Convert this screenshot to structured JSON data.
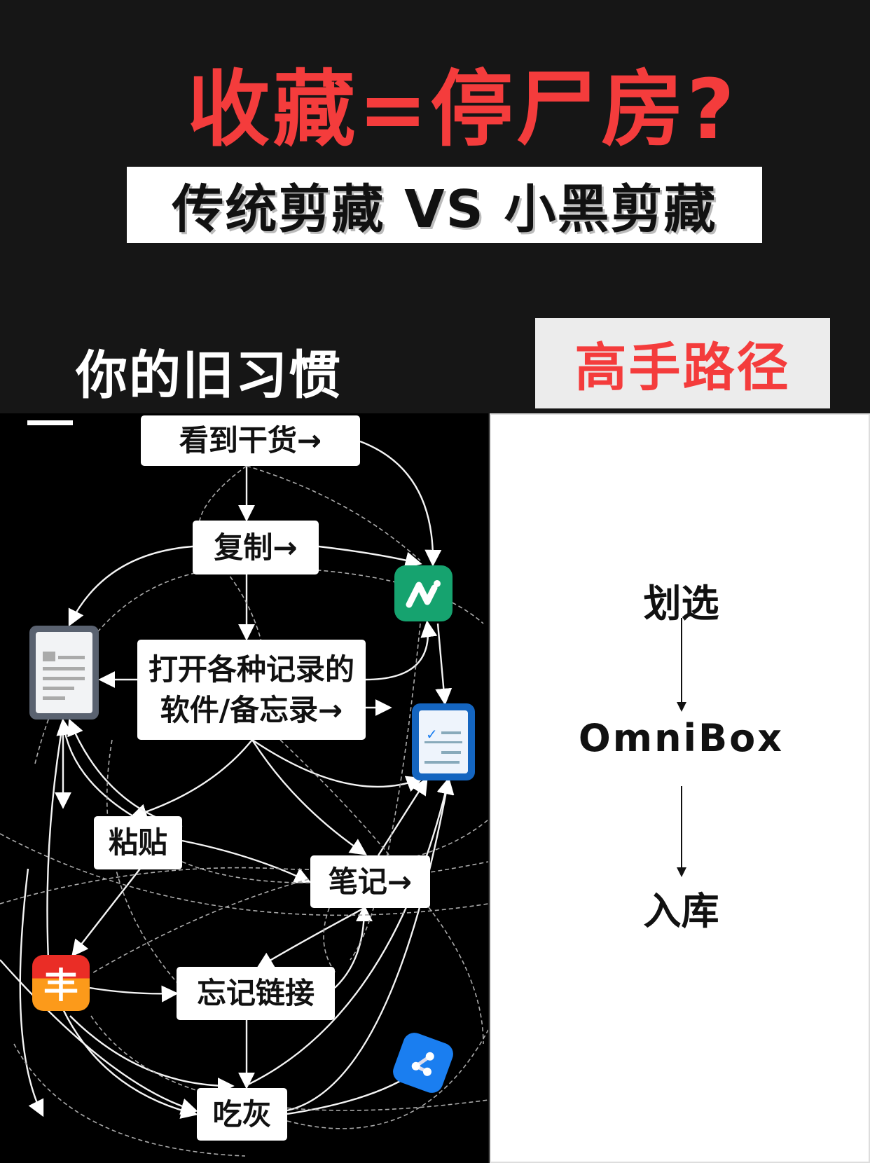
{
  "header": {
    "title": "收藏=停尸房?",
    "subtitle": "传统剪藏 VS 小黑剪藏"
  },
  "left_panel": {
    "label": "你的旧习惯",
    "nodes": [
      "看到干货→",
      "复制→",
      "打开各种记录的软件/备忘录→",
      "粘贴",
      "笔记→",
      "忘记链接",
      "吃灰"
    ],
    "icons": [
      "notion-style-app-icon",
      "document-icon",
      "clipboard-checklist-icon",
      "orange-app-icon",
      "blue-share-app-icon"
    ]
  },
  "right_panel": {
    "label": "高手路径",
    "steps": [
      "划选",
      "OmniBox",
      "入库"
    ]
  },
  "colors": {
    "accent_red": "#f43c3c",
    "background": "#161616",
    "green_app": "#16a36f",
    "blue_app": "#1a7ef0"
  }
}
